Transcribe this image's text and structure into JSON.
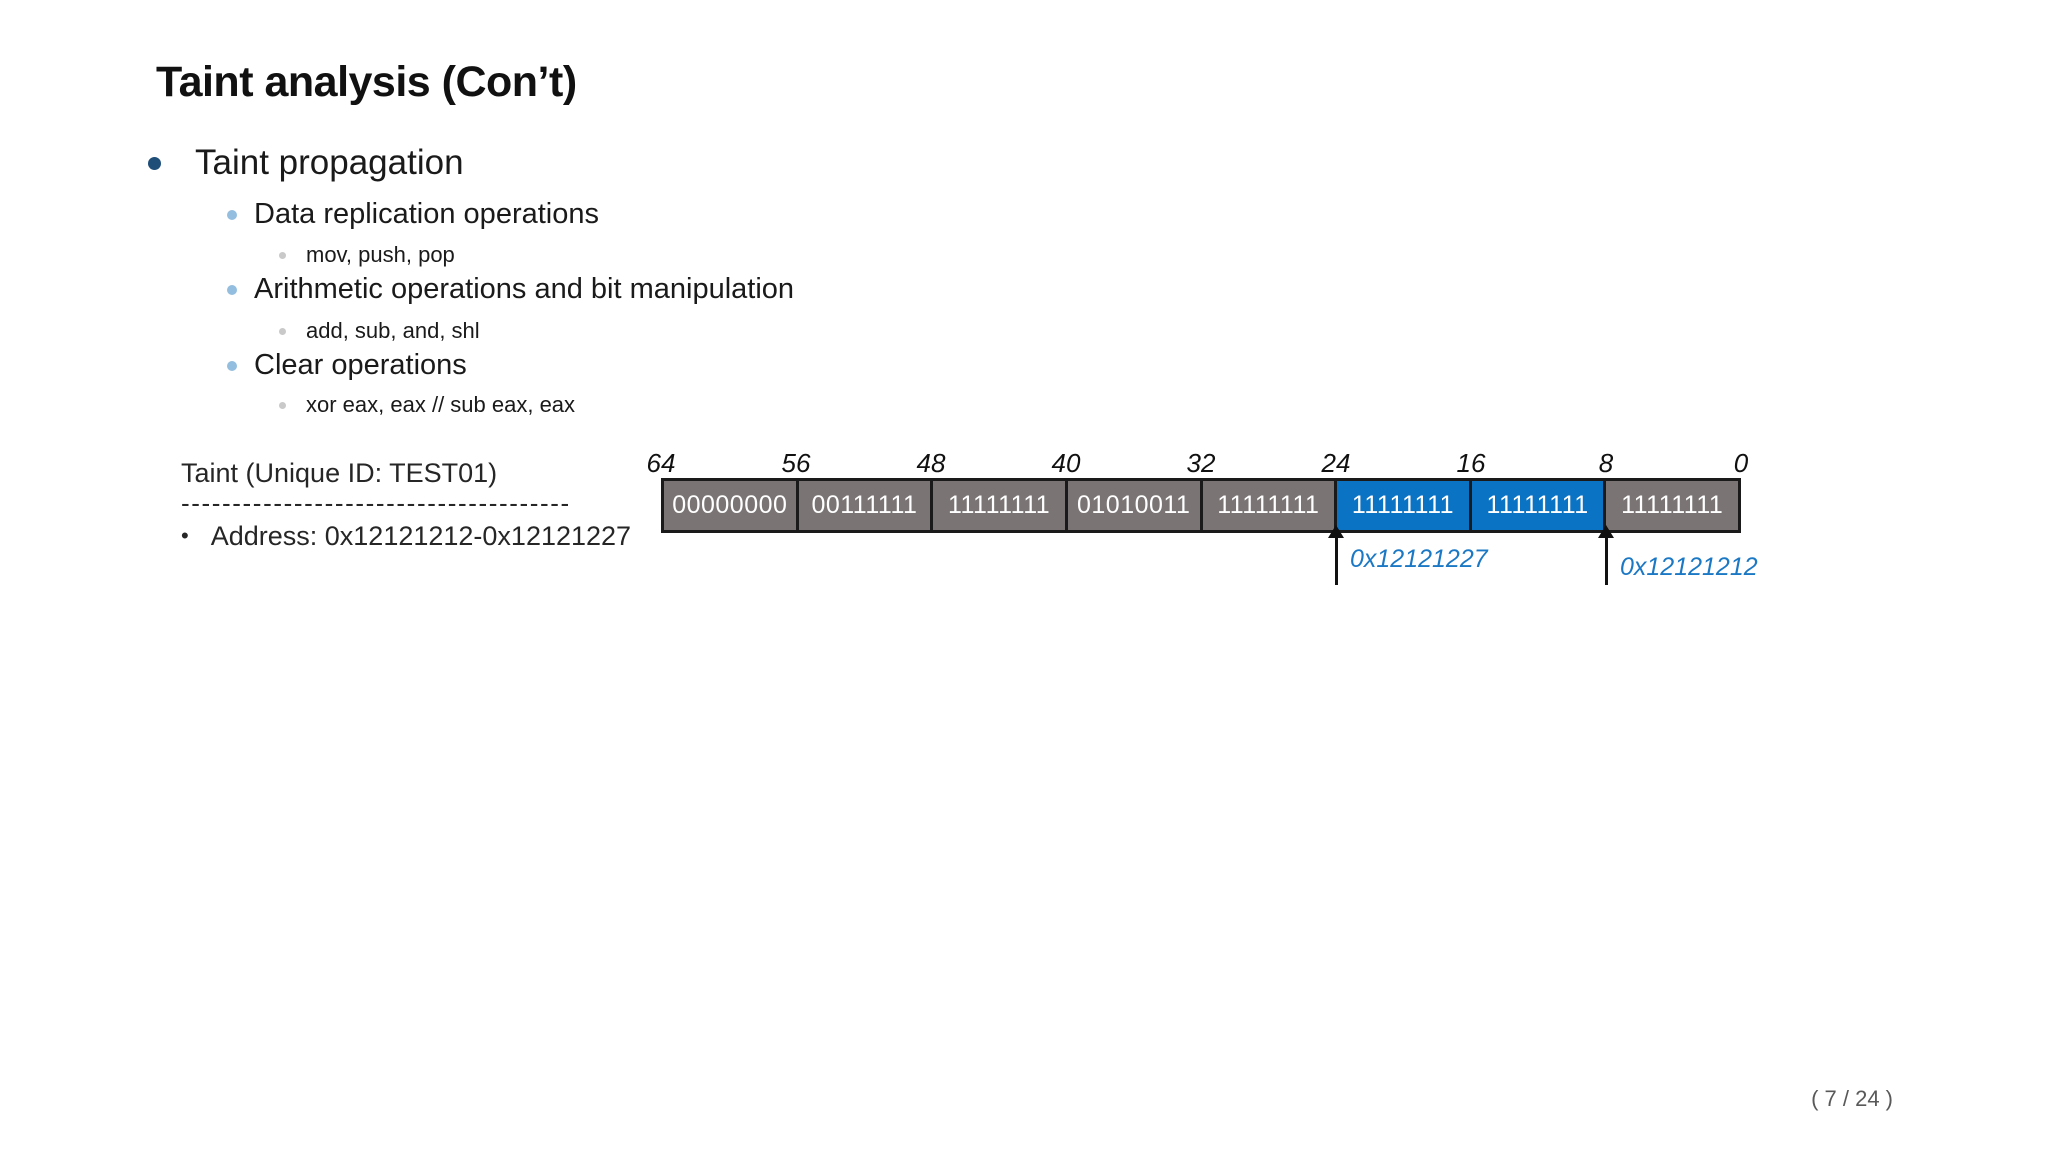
{
  "slide": {
    "title": "Taint analysis (Con’t)",
    "page_indicator": "( 7 / 24 )"
  },
  "outline": {
    "level1": "Taint propagation",
    "items": [
      {
        "label": "Data replication operations",
        "sub": "mov, push, pop"
      },
      {
        "label": "Arithmetic operations and bit manipulation",
        "sub": "add, sub, and, shl"
      },
      {
        "label": "Clear operations",
        "sub": "xor eax, eax // sub eax, eax"
      }
    ],
    "bullet_colors": {
      "level1": "#1f4e79",
      "level2": "#94bedf",
      "level3": "#c9c9c9"
    }
  },
  "taint_info": {
    "heading": "Taint (Unique ID: TEST01)",
    "divider": "--------------------------------------",
    "address_bullet": "•",
    "address": "Address: 0x12121212-0x12121227"
  },
  "memory_diagram": {
    "bit_labels": [
      "64",
      "56",
      "48",
      "40",
      "32",
      "24",
      "16",
      "8",
      "0"
    ],
    "cells": [
      {
        "value": "00000000",
        "tainted": false
      },
      {
        "value": "00111111",
        "tainted": false
      },
      {
        "value": "11111111",
        "tainted": false
      },
      {
        "value": "01010011",
        "tainted": false
      },
      {
        "value": "11111111",
        "tainted": false
      },
      {
        "value": "11111111",
        "tainted": true
      },
      {
        "value": "11111111",
        "tainted": true
      },
      {
        "value": "11111111",
        "tainted": false
      }
    ],
    "pointers": [
      {
        "label": "0x12121227",
        "position_bit": 24,
        "icon": "up-arrow"
      },
      {
        "label": "0x12121212",
        "position_bit": 8,
        "icon": "up-arrow"
      }
    ],
    "colors": {
      "untainted": "#7a7474",
      "tainted": "#0b73c4",
      "border": "#1a1a1a",
      "cell_text": "#ffffff",
      "address_label": "#1b78c4"
    }
  }
}
